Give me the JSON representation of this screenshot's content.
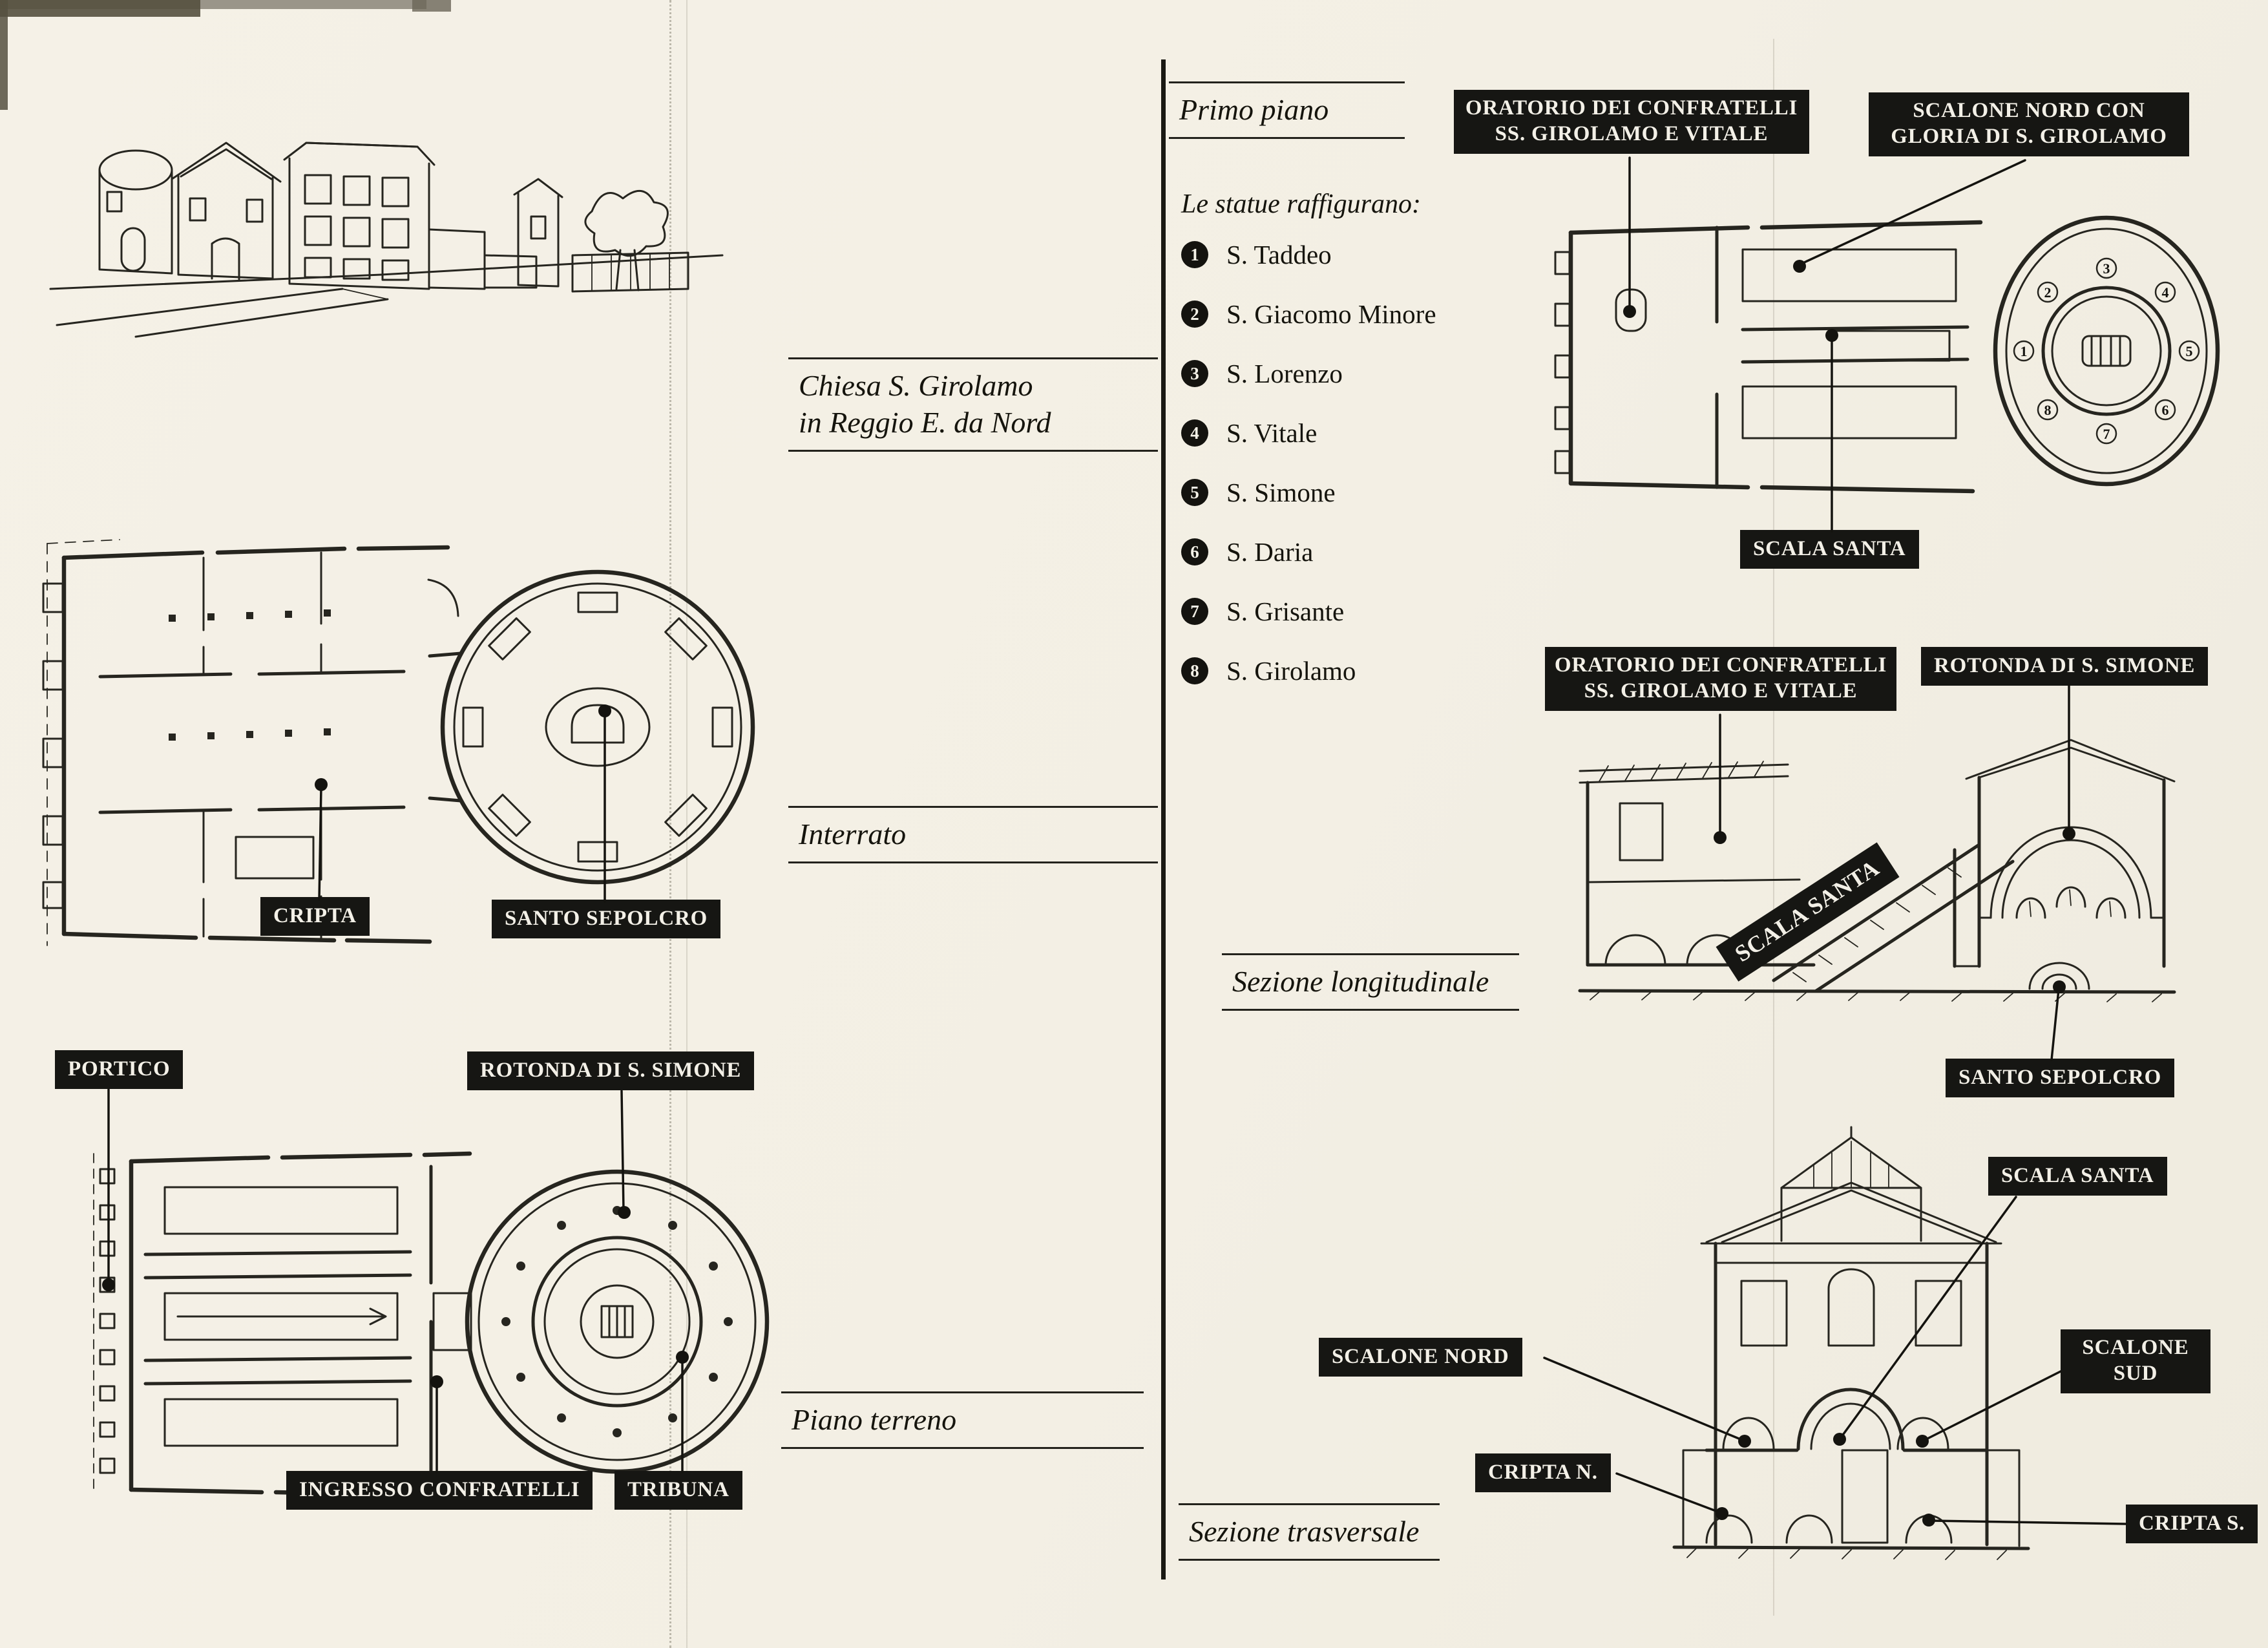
{
  "page": {
    "paper": "#f3efe4",
    "ink": "#26251f",
    "tag_bg": "#161613",
    "tag_fg": "#f3f0e7"
  },
  "left": {
    "caption_chiesa": {
      "line1": "Chiesa S. Girolamo",
      "line2": "in Reggio E. da Nord"
    },
    "caption_interrato": "Interrato",
    "caption_piano_terreno": "Piano terreno",
    "tags": {
      "cripta": "CRIPTA",
      "santo_sepolcro": "SANTO SEPOLCRO",
      "portico": "PORTICO",
      "rotonda_s_simone": "ROTONDA DI S. SIMONE",
      "ingresso_confratelli": "INGRESSO CONFRATELLI",
      "tribuna": "TRIBUNA"
    }
  },
  "right": {
    "caption_primo_piano": "Primo piano",
    "caption_sezione_longitudinale": "Sezione longitudinale",
    "caption_sezione_trasversale": "Sezione trasversale",
    "legend": {
      "title": "Le statue raffigurano:",
      "statues": [
        {
          "num": "1",
          "name": "S. Taddeo"
        },
        {
          "num": "2",
          "name": "S. Giacomo Minore"
        },
        {
          "num": "3",
          "name": "S. Lorenzo"
        },
        {
          "num": "4",
          "name": "S. Vitale"
        },
        {
          "num": "5",
          "name": "S. Simone"
        },
        {
          "num": "6",
          "name": "S. Daria"
        },
        {
          "num": "7",
          "name": "S. Grisante"
        },
        {
          "num": "8",
          "name": "S. Girolamo"
        }
      ]
    },
    "tags": {
      "oratorio_top": {
        "line1": "ORATORIO DEI CONFRATELLI",
        "line2": "SS. GIROLAMO E VITALE"
      },
      "scalone_nord_gloria": {
        "line1": "SCALONE NORD CON",
        "line2": "GLORIA DI S. GIROLAMO"
      },
      "scala_santa_top": "SCALA SANTA",
      "oratorio_mid": {
        "line1": "ORATORIO DEI CONFRATELLI",
        "line2": "SS. GIROLAMO E VITALE"
      },
      "rotonda_s_simone": "ROTONDA DI S. SIMONE",
      "scala_santa_diagonal": "SCALA SANTA",
      "santo_sepolcro": "SANTO SEPOLCRO",
      "scala_santa_bottom": "SCALA SANTA",
      "scalone_nord": "SCALONE NORD",
      "scalone_sud": {
        "line1": "SCALONE",
        "line2": "SUD"
      },
      "cripta_n": "CRIPTA N.",
      "cripta_s": "CRIPTA S."
    }
  }
}
